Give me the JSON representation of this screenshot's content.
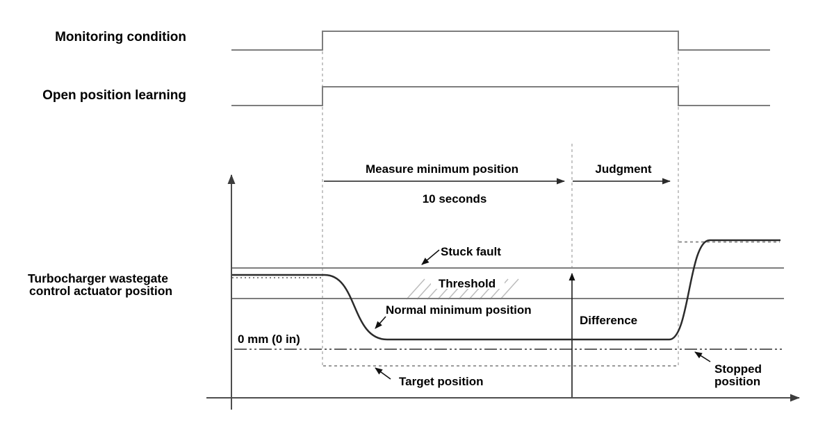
{
  "colors": {
    "background": "#ffffff",
    "signal_line": "#7d7d7d",
    "threshold_line": "#7d7d7d",
    "waveform_line": "#2b2b2b",
    "axis_line": "#4d4d4d",
    "guide_dashed": "#b3b3b3",
    "target_dotted": "#999999",
    "hatch": "#bcbcbc",
    "text": "#000000"
  },
  "labels": {
    "signals": {
      "monitoring": "Monitoring condition",
      "open_learning": "Open position learning"
    },
    "phases": {
      "measure": "Measure minimum position",
      "duration": "10 seconds",
      "judgment": "Judgment"
    },
    "axis": {
      "y_label_line1": "Turbocharger wastegate",
      "y_label_line2": "control actuator position",
      "zero_level": "0 mm (0 in)"
    },
    "annotations": {
      "stuck_fault": "Stuck fault",
      "threshold": "Threshold",
      "normal_minimum": "Normal minimum position",
      "difference": "Difference",
      "target_position": "Target position",
      "stopped_line1": "Stopped",
      "stopped_line2": "position"
    }
  },
  "diagram": {
    "type": "timing-diagram",
    "phases": [
      {
        "name": "Measure minimum position",
        "duration": "10 seconds"
      },
      {
        "name": "Judgment"
      }
    ],
    "traces": [
      {
        "name": "Monitoring condition",
        "kind": "digital",
        "sequence": [
          "low",
          "high",
          "low"
        ]
      },
      {
        "name": "Open position learning",
        "kind": "digital",
        "sequence": [
          "low",
          "high",
          "low"
        ]
      },
      {
        "name": "Turbocharger wastegate control actuator position",
        "kind": "analog",
        "sequence": [
          "initial position",
          "normal minimum position near 0 mm (0 in)",
          "stopped position"
        ]
      }
    ],
    "reference_levels": [
      "Stuck fault",
      "Threshold",
      "Normal minimum position",
      "Target position",
      "0 mm (0 in)"
    ],
    "measurement": {
      "name": "Difference",
      "evaluated_during": "Judgment"
    }
  }
}
